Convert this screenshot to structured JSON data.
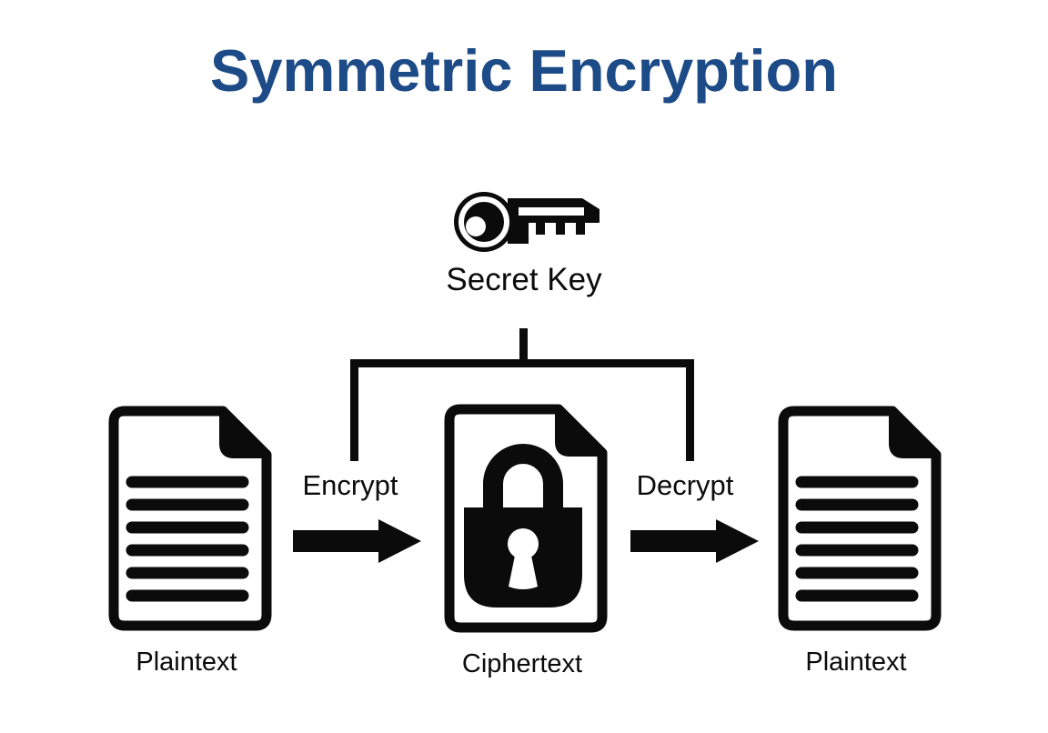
{
  "title": {
    "text": "Symmetric Encryption"
  },
  "key": {
    "icon": "key-icon",
    "label": "Secret Key"
  },
  "connector": {
    "shape": "bracket-from-key-to-encrypt-and-decrypt"
  },
  "flow": {
    "encrypt_label": "Encrypt",
    "decrypt_label": "Decrypt"
  },
  "nodes": [
    {
      "id": "left",
      "label": "Plaintext",
      "icon": "document-text-icon"
    },
    {
      "id": "middle",
      "label": "Ciphertext",
      "icon": "document-lock-icon"
    },
    {
      "id": "right",
      "label": "Plaintext",
      "icon": "document-text-icon"
    }
  ],
  "colors": {
    "background": "#ffffff",
    "title_blue": "#1d4b87",
    "ink": "#0b0b0b"
  }
}
